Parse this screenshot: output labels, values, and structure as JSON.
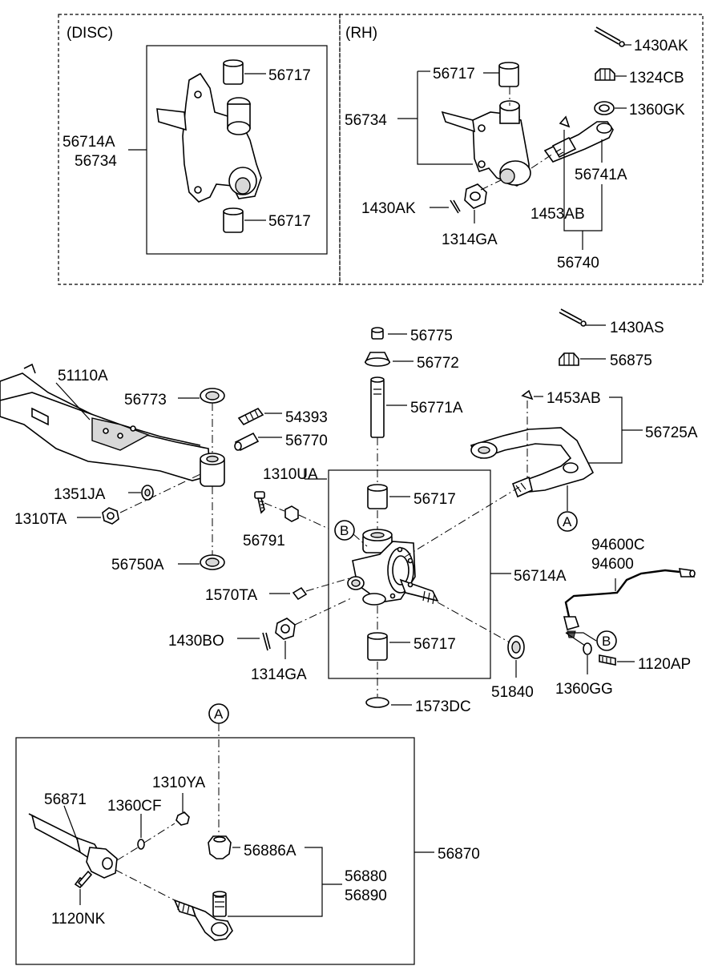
{
  "sections": {
    "disc": {
      "title": "(DISC)"
    },
    "rh": {
      "title": "(RH)"
    }
  },
  "labels": {
    "disc_56717_top": "56717",
    "disc_56714A": "56714A",
    "disc_56734": "56734",
    "disc_56717_bottom": "56717",
    "rh_56717": "56717",
    "rh_56734": "56734",
    "rh_1430AK_top": "1430AK",
    "rh_1324CB": "1324CB",
    "rh_1360GK": "1360GK",
    "rh_56741A": "56741A",
    "rh_1430AK_left": "1430AK",
    "rh_1453AB": "1453AB",
    "rh_1314GA": "1314GA",
    "rh_56740": "56740",
    "m_56775": "56775",
    "m_56772": "56772",
    "m_1430AS": "1430AS",
    "m_56875": "56875",
    "m_51110A": "51110A",
    "m_56773": "56773",
    "m_56771A": "56771A",
    "m_1453AB": "1453AB",
    "m_54393": "54393",
    "m_56770": "56770",
    "m_56725A": "56725A",
    "m_1310UA": "1310UA",
    "m_1351JA": "1351JA",
    "m_1310TA": "1310TA",
    "m_56717_top": "56717",
    "m_56791": "56791",
    "m_94600C": "94600C",
    "m_94600": "94600",
    "m_56750A": "56750A",
    "m_56714A": "56714A",
    "m_1570TA": "1570TA",
    "m_1430BO": "1430BO",
    "m_56717_bottom": "56717",
    "m_1314GA": "1314GA",
    "m_51840": "51840",
    "m_1360GG": "1360GG",
    "m_1120AP": "1120AP",
    "m_1573DC": "1573DC",
    "t_56871": "56871",
    "t_1310YA": "1310YA",
    "t_1360CF": "1360CF",
    "t_56886A": "56886A",
    "t_56870": "56870",
    "t_56880": "56880",
    "t_56890": "56890",
    "t_1120NK": "1120NK"
  },
  "markers": {
    "A": "A",
    "B": "B"
  }
}
